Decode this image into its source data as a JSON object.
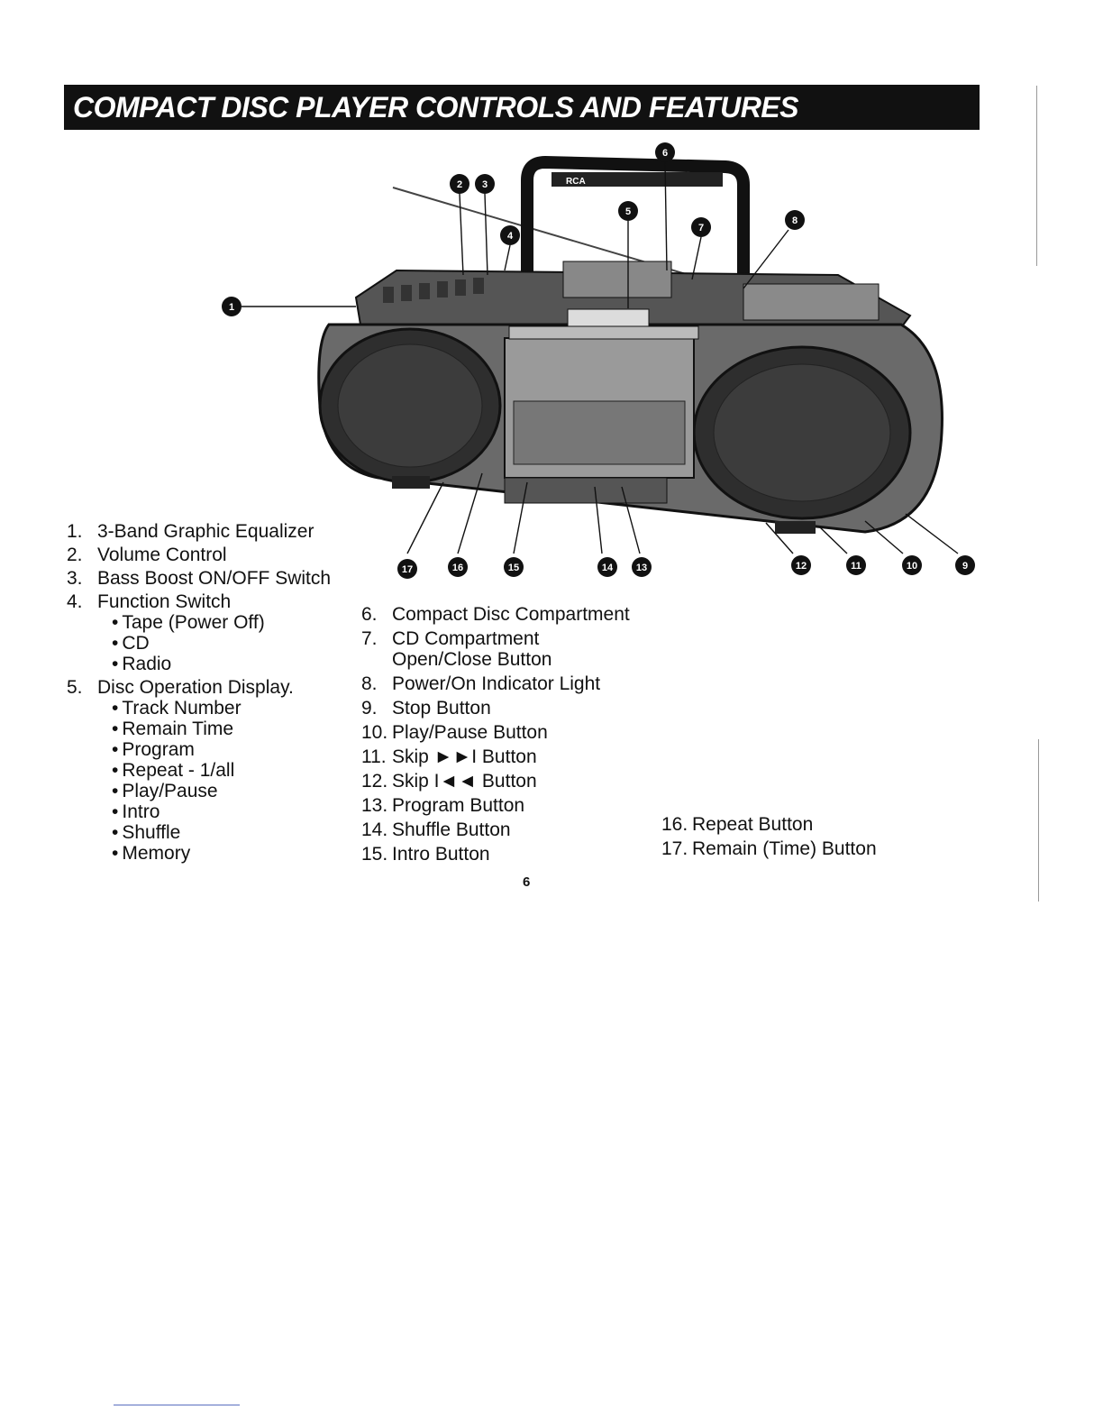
{
  "header": {
    "title": "COMPACT DISC PLAYER CONTROLS AND FEATURES"
  },
  "diagram": {
    "brand": "RCA",
    "callouts": [
      "1",
      "2",
      "3",
      "4",
      "5",
      "6",
      "7",
      "8",
      "9",
      "10",
      "11",
      "12",
      "13",
      "14",
      "15",
      "16",
      "17"
    ]
  },
  "features_left": [
    {
      "num": "1.",
      "label": "3-Band Graphic Equalizer",
      "sub": []
    },
    {
      "num": "2.",
      "label": "Volume Control",
      "sub": []
    },
    {
      "num": "3.",
      "label": "Bass Boost ON/OFF Switch",
      "sub": []
    },
    {
      "num": "4.",
      "label": "Function Switch",
      "sub": [
        "Tape (Power Off)",
        "CD",
        "Radio"
      ]
    },
    {
      "num": "5.",
      "label": "Disc Operation Display.",
      "sub": [
        "Track Number",
        "Remain Time",
        "Program",
        "Repeat - 1/all",
        "Play/Pause",
        "Intro",
        "Shuffle",
        "Memory"
      ]
    }
  ],
  "features_middle": [
    {
      "num": "6.",
      "label": "Compact Disc Compartment"
    },
    {
      "num": "7.",
      "label": "CD Compartment",
      "cont": "Open/Close Button"
    },
    {
      "num": "8.",
      "label": "Power/On Indicator Light"
    },
    {
      "num": "9.",
      "label": "Stop Button"
    },
    {
      "num": "10.",
      "label": "Play/Pause Button"
    },
    {
      "num": "11.",
      "label": "Skip ►►I Button"
    },
    {
      "num": "12.",
      "label": "Skip I◄◄ Button"
    },
    {
      "num": "13.",
      "label": "Program Button"
    },
    {
      "num": "14.",
      "label": "Shuffle Button"
    },
    {
      "num": "15.",
      "label": "Intro Button"
    }
  ],
  "features_right": [
    {
      "num": "16.",
      "label": "Repeat Button"
    },
    {
      "num": "17.",
      "label": "Remain (Time) Button"
    }
  ],
  "page_number": "6"
}
